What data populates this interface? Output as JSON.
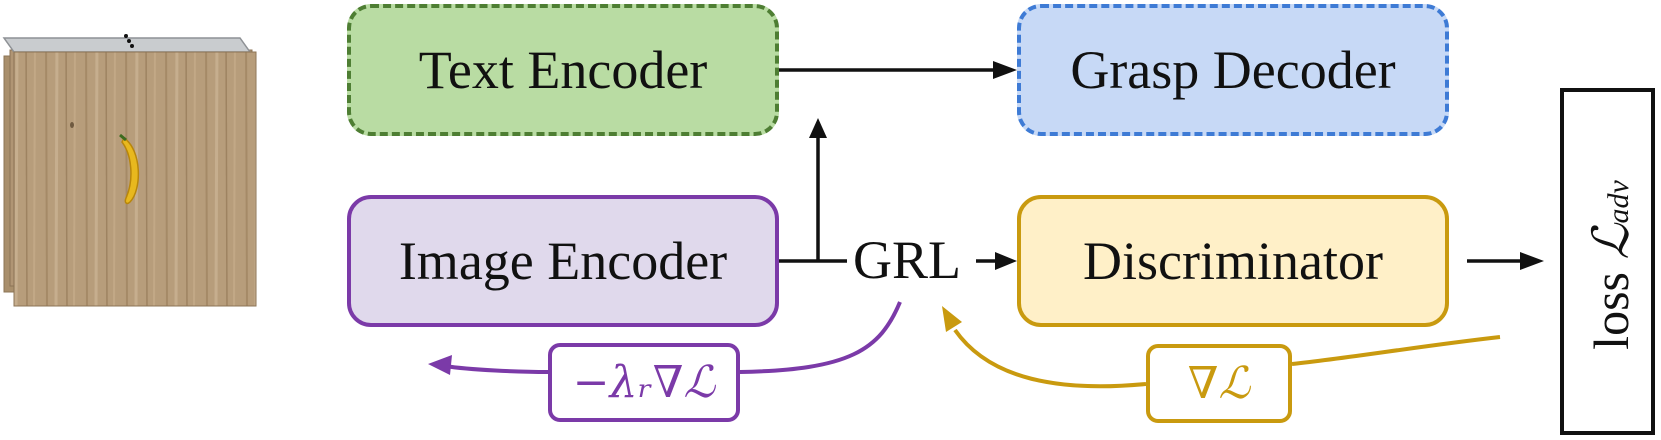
{
  "diagram": {
    "text_encoder": "Text Encoder",
    "grasp_decoder": "Grasp Decoder",
    "image_encoder": "Image Encoder",
    "discriminator": "Discriminator",
    "grl": "GRL",
    "purple_gradient": "−λᵣ∇ℒ",
    "gold_gradient": "∇ℒ",
    "loss_prefix": "loss",
    "loss_symbol": "ℒ",
    "loss_subscript": "adv"
  },
  "colors": {
    "text_encoder_fill": "#b9dca3",
    "text_encoder_border": "#4e7e33",
    "grasp_decoder_fill": "#c7d9f6",
    "grasp_decoder_border": "#3e7bd5",
    "image_encoder_fill": "#e0d9ec",
    "image_encoder_border": "#7b3aa8",
    "discriminator_fill": "#fff0c8",
    "discriminator_border": "#c99a0f",
    "arrow": "#111111"
  },
  "icons": {
    "input_image": "wood-table-with-banana-image-stack-icon"
  }
}
